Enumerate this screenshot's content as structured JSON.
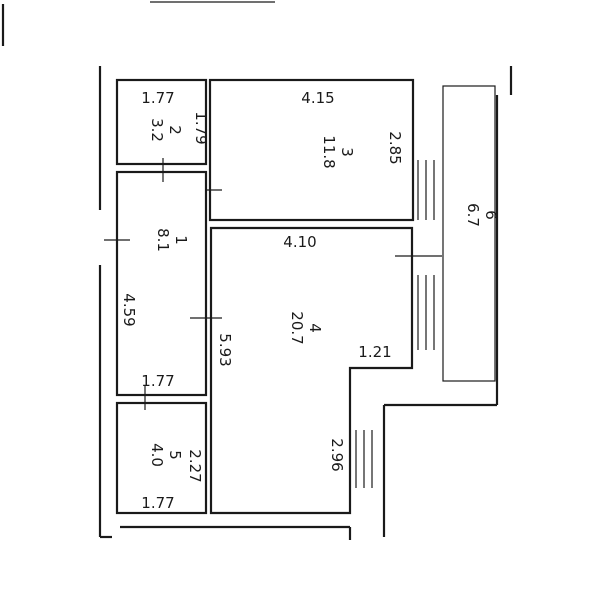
{
  "rooms": [
    {
      "number": "1",
      "area": "8.1"
    },
    {
      "number": "2",
      "area": "3.2"
    },
    {
      "number": "3",
      "area": "11.8"
    },
    {
      "number": "4",
      "area": "20.7"
    },
    {
      "number": "5",
      "area": "4.0"
    },
    {
      "number": "6",
      "area": "6.7"
    }
  ],
  "dimensions": {
    "room2_width": "1.77",
    "room2_depth": "1.79",
    "room3_width": "4.15",
    "room3_depth": "2.85",
    "room4_width": "4.10",
    "room4_length": "5.93",
    "room4_step": "1.21",
    "room4_lower": "2.96",
    "room1_length": "4.59",
    "room1_width": "1.77",
    "room5_depth": "2.27",
    "room5_width": "1.77"
  }
}
